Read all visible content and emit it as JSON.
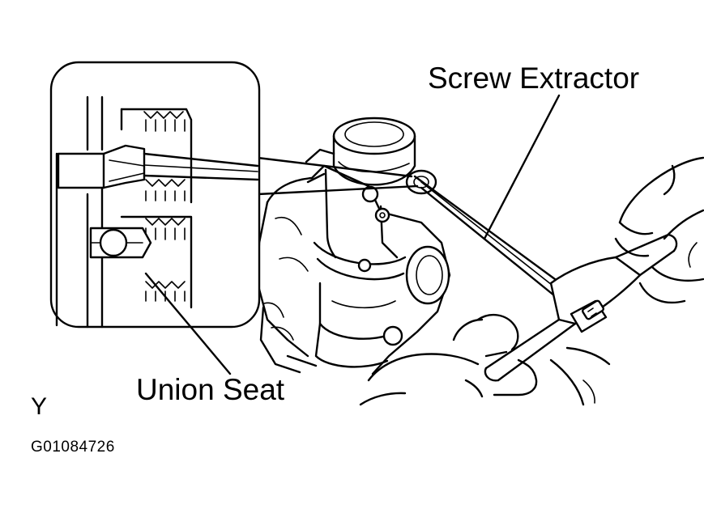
{
  "labels": {
    "screw_extractor": "Screw Extractor",
    "union_seat": "Union Seat",
    "view_letter": "Y",
    "figure_code": "G01084726"
  },
  "colors": {
    "line": "#000000",
    "background": "#ffffff"
  }
}
